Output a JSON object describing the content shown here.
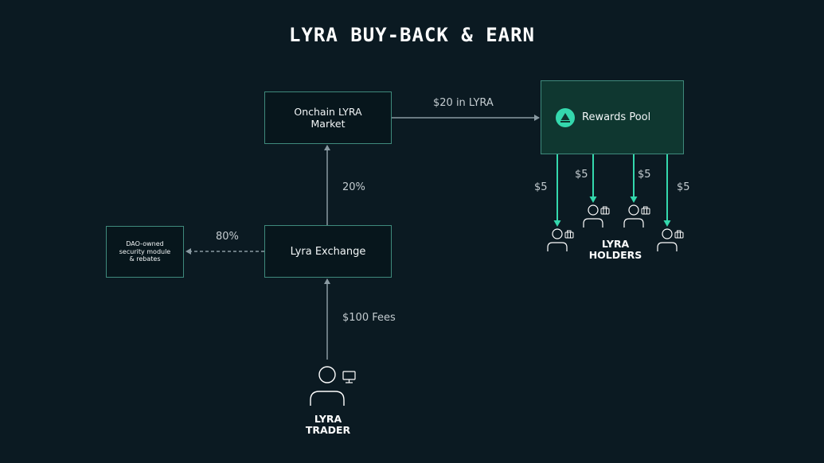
{
  "title": "LYRA BUY-BACK & EARN",
  "nodes": {
    "market": "Onchain LYRA\nMarket",
    "exchange": "Lyra Exchange",
    "dao": "DAO-owned\nsecurity module\n& rebates",
    "rewards_pool": "Rewards Pool"
  },
  "edges": {
    "trader_to_exchange": "$100 Fees",
    "exchange_to_market": "20%",
    "exchange_to_dao": "80%",
    "market_to_rewards": "$20 in LYRA",
    "rewards_to_holder_1": "$5",
    "rewards_to_holder_2": "$5",
    "rewards_to_holder_3": "$5",
    "rewards_to_holder_4": "$5"
  },
  "actors": {
    "trader": "LYRA\nTRADER",
    "holders": "LYRA\nHOLDERS"
  },
  "colors": {
    "background": "#0b1a22",
    "box_border": "#3f8a7c",
    "rewards_fill": "#0f3730",
    "accent": "#34d8ad",
    "arrow_gray": "#8a9aa2"
  },
  "icons": {
    "trader": "person-icon",
    "trader_device": "monitor-icon",
    "holder": "person-icon",
    "holder_wallet": "wallet-icon",
    "rewards_logo": "lyra-logo-icon"
  }
}
